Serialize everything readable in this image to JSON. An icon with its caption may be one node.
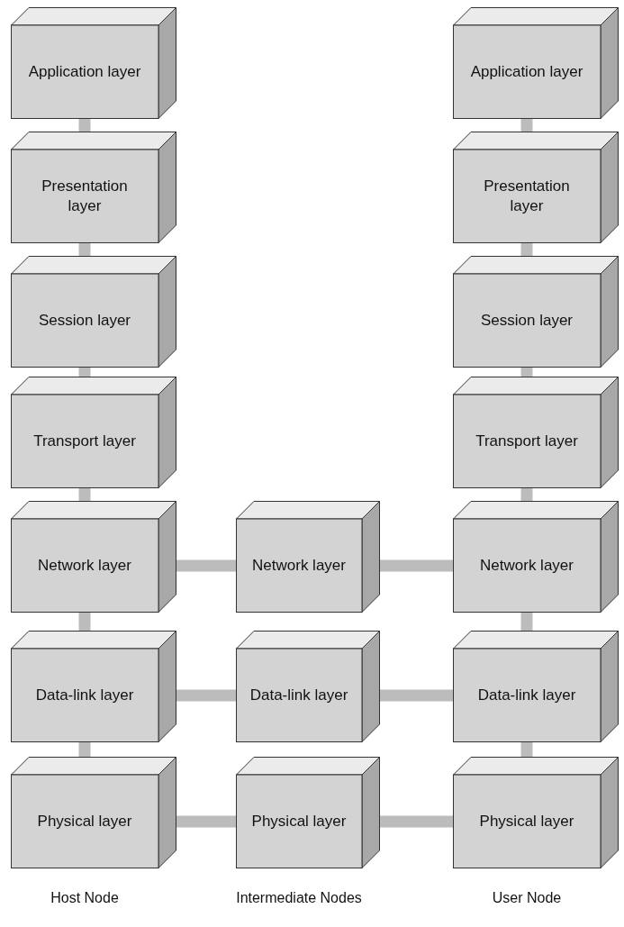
{
  "diagram": {
    "nodes": [
      {
        "text": [
          "Application layer"
        ]
      },
      {
        "text": [
          "Presentation layer"
        ]
      },
      {
        "text": [
          "Session layer"
        ]
      },
      {
        "text": [
          "Transport layer"
        ]
      },
      {
        "text": [
          "Network layer"
        ]
      },
      {
        "text": [
          "Data-link layer"
        ]
      },
      {
        "text": [
          "Physical layer"
        ]
      },
      {
        "text": [
          "Network layer"
        ]
      },
      {
        "text": [
          "Data-link layer"
        ]
      },
      {
        "text": [
          "Physical layer"
        ]
      },
      {
        "text": [
          "Application layer"
        ]
      },
      {
        "text": [
          "Presentation layer"
        ]
      },
      {
        "text": [
          "Session layer"
        ]
      },
      {
        "text": [
          "Transport layer"
        ]
      },
      {
        "text": [
          "Network layer"
        ]
      },
      {
        "text": [
          "Data-link layer"
        ]
      },
      {
        "text": [
          "Physical layer"
        ]
      }
    ],
    "edges": [
      {
        "from": 0,
        "to": 1,
        "arrow": "none"
      },
      {
        "from": 1,
        "to": 2,
        "arrow": "none"
      },
      {
        "from": 2,
        "to": 3,
        "arrow": "none"
      },
      {
        "from": 3,
        "to": 4,
        "arrow": "none"
      },
      {
        "from": 4,
        "to": 5,
        "arrow": "none"
      },
      {
        "from": 5,
        "to": 6,
        "arrow": "none"
      },
      {
        "from": 10,
        "to": 11,
        "arrow": "none"
      },
      {
        "from": 11,
        "to": 12,
        "arrow": "none"
      },
      {
        "from": 12,
        "to": 13,
        "arrow": "none"
      },
      {
        "from": 13,
        "to": 14,
        "arrow": "none"
      },
      {
        "from": 14,
        "to": 15,
        "arrow": "none"
      },
      {
        "from": 15,
        "to": 16,
        "arrow": "none"
      },
      {
        "from": 4,
        "to": 7,
        "arrow": "none"
      },
      {
        "from": 7,
        "to": 14,
        "arrow": "none"
      },
      {
        "from": 5,
        "to": 8,
        "arrow": "none"
      },
      {
        "from": 8,
        "to": 15,
        "arrow": "none"
      },
      {
        "from": 6,
        "to": 9,
        "arrow": "none"
      },
      {
        "from": 9,
        "to": 16,
        "arrow": "none"
      }
    ],
    "labels": [
      "Host Node",
      "Intermediate Nodes",
      "User Node"
    ]
  }
}
